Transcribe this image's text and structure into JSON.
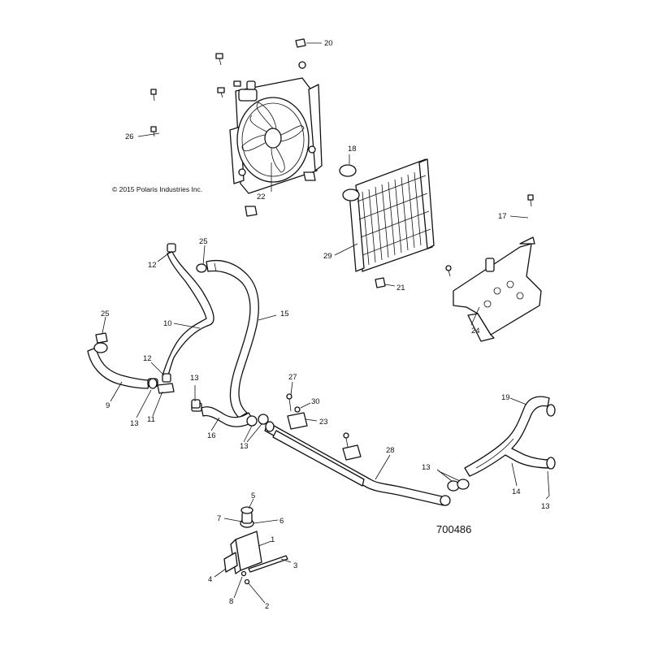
{
  "copyright": "© 2015 Polaris Industries Inc.",
  "diagram_id": "700486",
  "callouts": {
    "c1": "1",
    "c2": "2",
    "c3": "3",
    "c4": "4",
    "c5": "5",
    "c6": "6",
    "c7": "7",
    "c8": "8",
    "c9": "9",
    "c10": "10",
    "c11": "11",
    "c12a": "12",
    "c12b": "12",
    "c13a": "13",
    "c13b": "13",
    "c13c": "13",
    "c13d": "13",
    "c13e": "13",
    "c14": "14",
    "c15": "15",
    "c16": "16",
    "c17": "17",
    "c18": "18",
    "c19": "19",
    "c20": "20",
    "c21": "21",
    "c22": "22",
    "c23": "23",
    "c24": "24",
    "c25a": "25",
    "c25b": "25",
    "c26": "26",
    "c27": "27",
    "c28": "28",
    "c29": "29",
    "c30": "30"
  }
}
